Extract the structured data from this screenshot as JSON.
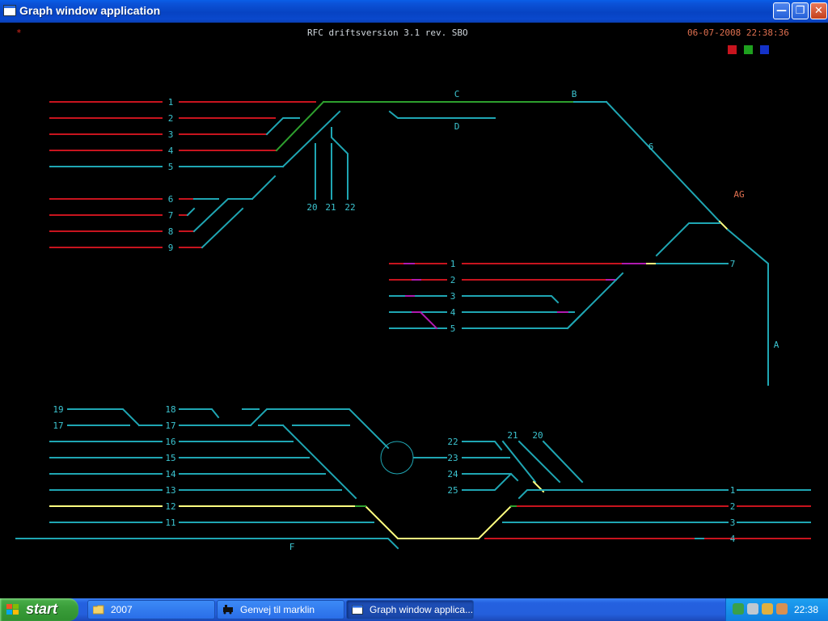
{
  "window": {
    "title": "Graph window application"
  },
  "header": {
    "red_mark": "*",
    "title": "RFC driftsversion 3.1 rev. SBO",
    "datetime": "06-07-2008 22:38:36",
    "legend_colors": [
      "#c8141e",
      "#1ea01e",
      "#1432c8"
    ]
  },
  "colors": {
    "occupied": "#c8141e",
    "free": "#1fa6b3",
    "route": "#2ea02e",
    "reserved": "#ffff80",
    "switch": "#b01ab0",
    "label": "#3cc4d0",
    "alert": "#e07050"
  },
  "labels": {
    "left_tracks": [
      "1",
      "2",
      "3",
      "4",
      "5",
      "6",
      "7",
      "8",
      "9"
    ],
    "top": [
      "C",
      "D",
      "B",
      "6",
      "AG",
      "A"
    ],
    "sidings": [
      "20",
      "21",
      "22"
    ],
    "mid_tracks": [
      "1",
      "2",
      "3",
      "4",
      "5",
      "7"
    ],
    "yard_left": [
      "19",
      "17"
    ],
    "yard_main": [
      "18",
      "17",
      "16",
      "15",
      "14",
      "13",
      "12",
      "11"
    ],
    "yard_right": [
      "22",
      "23",
      "24",
      "25"
    ],
    "yard_top": [
      "21",
      "20"
    ],
    "exit_tracks": [
      "1",
      "2",
      "3",
      "4"
    ],
    "bottom": "F"
  },
  "taskbar": {
    "start": "start",
    "tasks": [
      "2007",
      "Genvej til marklin",
      "Graph window applica..."
    ],
    "clock": "22:38"
  }
}
